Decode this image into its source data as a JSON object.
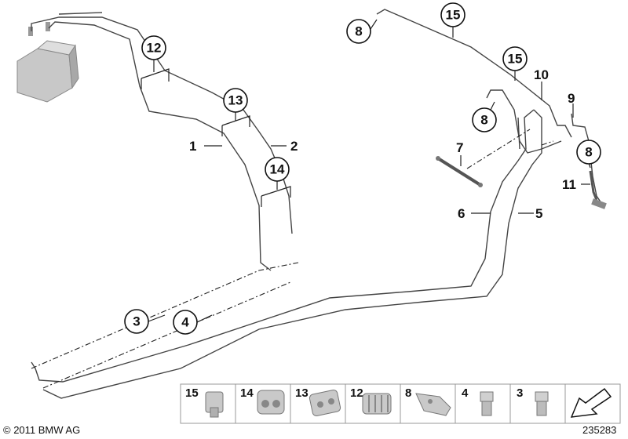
{
  "diagram": {
    "copyright": "© 2011 BMW AG",
    "drawing_number": "235283",
    "callouts": {
      "c12": "12",
      "c13": "13",
      "c14": "14",
      "c3": "3",
      "c4": "4",
      "c8a": "8",
      "c15a": "15",
      "c15b": "15",
      "c8b": "8",
      "c8c": "8"
    },
    "labels": {
      "l1": "1",
      "l2": "2",
      "l5": "5",
      "l6": "6",
      "l7": "7",
      "l9": "9",
      "l10": "10",
      "l11": "11"
    },
    "legend": [
      "15",
      "14",
      "13",
      "12",
      "8",
      "4",
      "3"
    ]
  }
}
